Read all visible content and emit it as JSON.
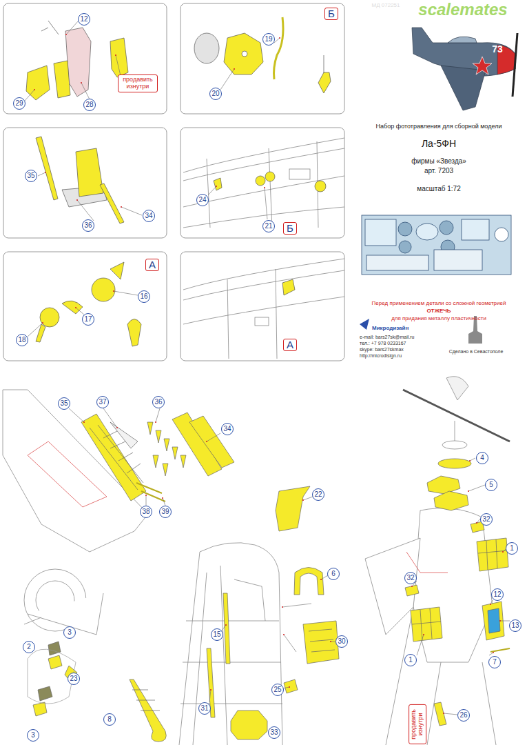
{
  "diagram": {
    "nodes": [
      {
        "text": [
          "продавить изнутри"
        ]
      },
      {
        "text": [
          "Б"
        ]
      },
      {
        "text": [
          "Б"
        ]
      },
      {
        "text": [
          "А"
        ]
      },
      {
        "text": [
          "А"
        ]
      },
      {
        "text": [
          "продавить изнутри"
        ]
      }
    ],
    "labels": [
      "МД 072251",
      "scalemates",
      "12",
      "29",
      "28",
      "19",
      "20",
      "35",
      "36",
      "34",
      "24",
      "21",
      "16",
      "17",
      "18",
      "Набор фототравления для сборной модели",
      "Ла-5ФН",
      "фирмы «Звезда»",
      "арт. 7203",
      "масштаб 1:72",
      "Перед применением детали со сложной геометрией",
      "ОТЖЕЧЬ",
      "для придания металлу пластичности",
      "Микродизайн",
      "e-mail: bars27sk@mail.ru",
      "тел.: +7 978 0233167",
      "skype: bars27skmax",
      "http://microdisign.ru",
      "Сделано в Севастополе",
      "73",
      "35",
      "37",
      "36",
      "34",
      "38",
      "39",
      "22",
      "6",
      "15",
      "30",
      "31",
      "25",
      "33",
      "2",
      "3",
      "3",
      "23",
      "8",
      "4",
      "5",
      "32",
      "1",
      "32",
      "1",
      "12",
      "13",
      "7",
      "26"
    ]
  }
}
